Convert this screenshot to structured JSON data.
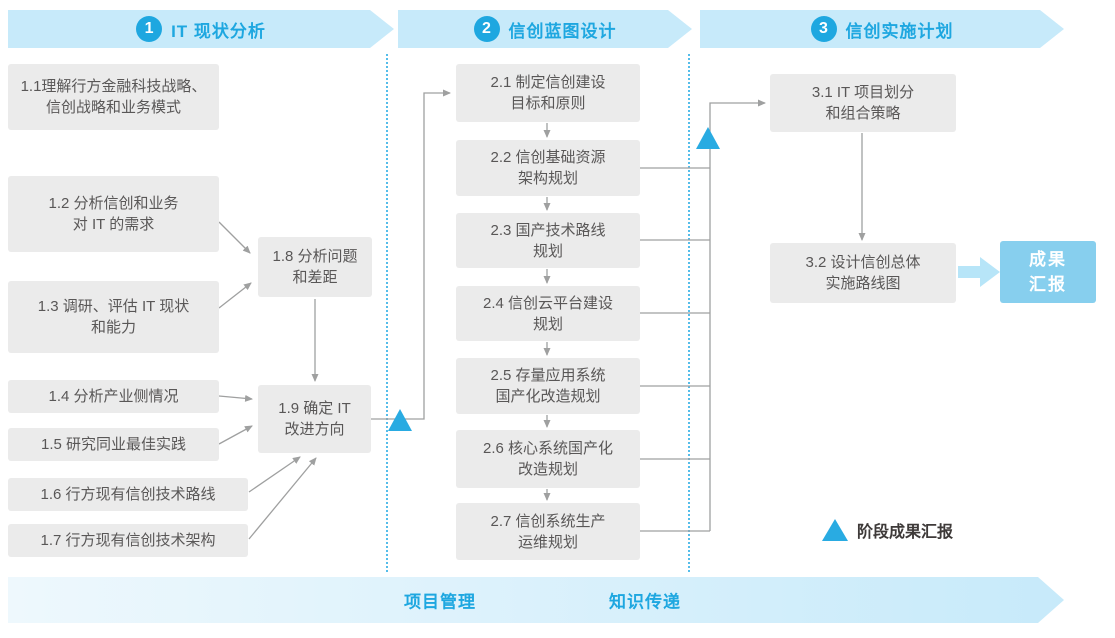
{
  "phases": [
    {
      "number": "1",
      "title": "IT 现状分析"
    },
    {
      "number": "2",
      "title": "信创蓝图设计"
    },
    {
      "number": "3",
      "title": "信创实施计划"
    }
  ],
  "boxes": {
    "b11": "1.1理解行方金融科技战略、\n信创战略和业务模式",
    "b12": "1.2 分析信创和业务\n对 IT 的需求",
    "b13": "1.3 调研、评估 IT 现状\n和能力",
    "b14": "1.4 分析产业侧情况",
    "b15": "1.5 研究同业最佳实践",
    "b16": "1.6 行方现有信创技术路线",
    "b17": "1.7 行方现有信创技术架构",
    "b18": "1.8 分析问题\n和差距",
    "b19": "1.9 确定 IT\n改进方向",
    "b21": "2.1 制定信创建设\n目标和原则",
    "b22": "2.2 信创基础资源\n架构规划",
    "b23": "2.3 国产技术路线\n规划",
    "b24": "2.4 信创云平台建设\n规划",
    "b25": "2.5 存量应用系统\n国产化改造规划",
    "b26": "2.6 核心系统国产化\n改造规划",
    "b27": "2.7 信创系统生产\n运维规划",
    "b31": "3.1 IT 项目划分\n和组合策略",
    "b32": "3.2 设计信创总体\n实施路线图"
  },
  "result_box": "成果\n汇报",
  "legend": {
    "label": "阶段成果汇报"
  },
  "footer": {
    "items": [
      "项目管理",
      "知识传递"
    ]
  },
  "colors": {
    "accent_blue": "#1ea7e0",
    "triangle_blue": "#29abe2",
    "banner_blue": "#c7eafa",
    "box_gray": "#ebebeb",
    "box_text": "#595757",
    "result_blue": "#87cfee",
    "thick_arrow_blue": "#b7e5f8",
    "connector_gray": "#9fa0a0"
  }
}
